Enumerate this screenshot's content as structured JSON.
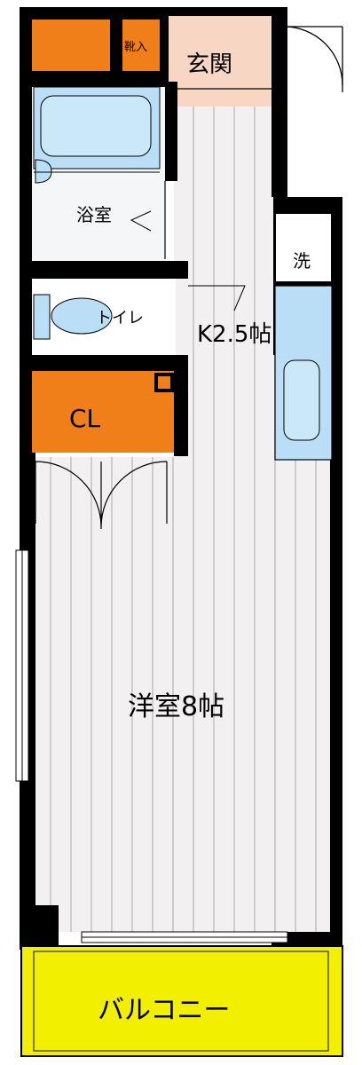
{
  "rooms": {
    "shoe_storage": "靴入",
    "entrance": "玄関",
    "bath": "浴室",
    "laundry": "洗",
    "toilet": "トイレ",
    "kitchen": "K2.5帖",
    "closet": "CL",
    "western_room": "洋室8帖",
    "balcony": "バルコニー"
  },
  "colors": {
    "wall": "#000000",
    "floor": "#f2f0f0",
    "floor_line": "#c8c4c4",
    "storage": "#f07f1a",
    "entrance": "#f8d6c4",
    "fixture": "#b9def5",
    "bath_room": "#f4f6f8",
    "balcony": "#f2f000"
  }
}
